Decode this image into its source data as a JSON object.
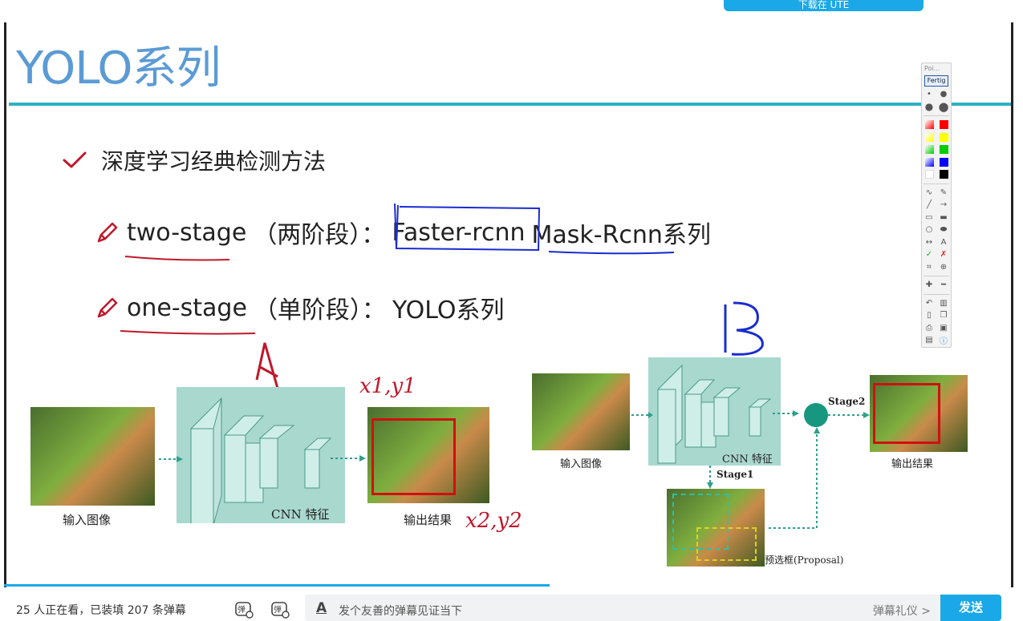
{
  "top_button": {
    "label": "下载在 UTE"
  },
  "slide": {
    "title": "YOLO系列",
    "main_bullet": "深度学习经典检测方法",
    "two_stage": {
      "term": "two-stage",
      "paren": "（两阶段）：",
      "item1": "Faster-rcnn",
      "item2": "Mask-Rcnn系列"
    },
    "one_stage": {
      "term": "one-stage",
      "paren": "（单阶段）：",
      "item": "YOLO系列"
    },
    "diagram_a": {
      "input_caption": "输入图像",
      "cnn_caption": "CNN 特征",
      "output_caption": "输出结果"
    },
    "diagram_b": {
      "input_caption": "输入图像",
      "cnn_caption": "CNN 特征",
      "output_caption": "输出结果",
      "stage1": "Stage1",
      "stage2": "Stage2",
      "proposal": "预选框(Proposal)"
    },
    "handwriting": {
      "a": "A",
      "b": "B",
      "x1y1": "x1,y1",
      "x2y2": "x2,y2"
    }
  },
  "annotation_tools": {
    "header": "Poi...",
    "done_label": "Fertig",
    "colors": [
      "#ff0000",
      "#ffff00",
      "#00cc00",
      "#0000ff",
      "#000000"
    ]
  },
  "bottom_bar": {
    "viewers_text": "25 人正在看，已装填 207 条弹幕",
    "input_placeholder": "发个友善的弹幕见证当下",
    "etiquette_label": "弹幕礼仪 >",
    "send_label": "发送",
    "danmu_icon_label": "弹"
  },
  "colors": {
    "accent": "#1aa8e8",
    "title": "#5b9bd5",
    "rule": "#2fb0c2",
    "diagram": "#a9d8cf",
    "ink_red": "#c0182a",
    "ink_blue": "#1a2ccf"
  }
}
